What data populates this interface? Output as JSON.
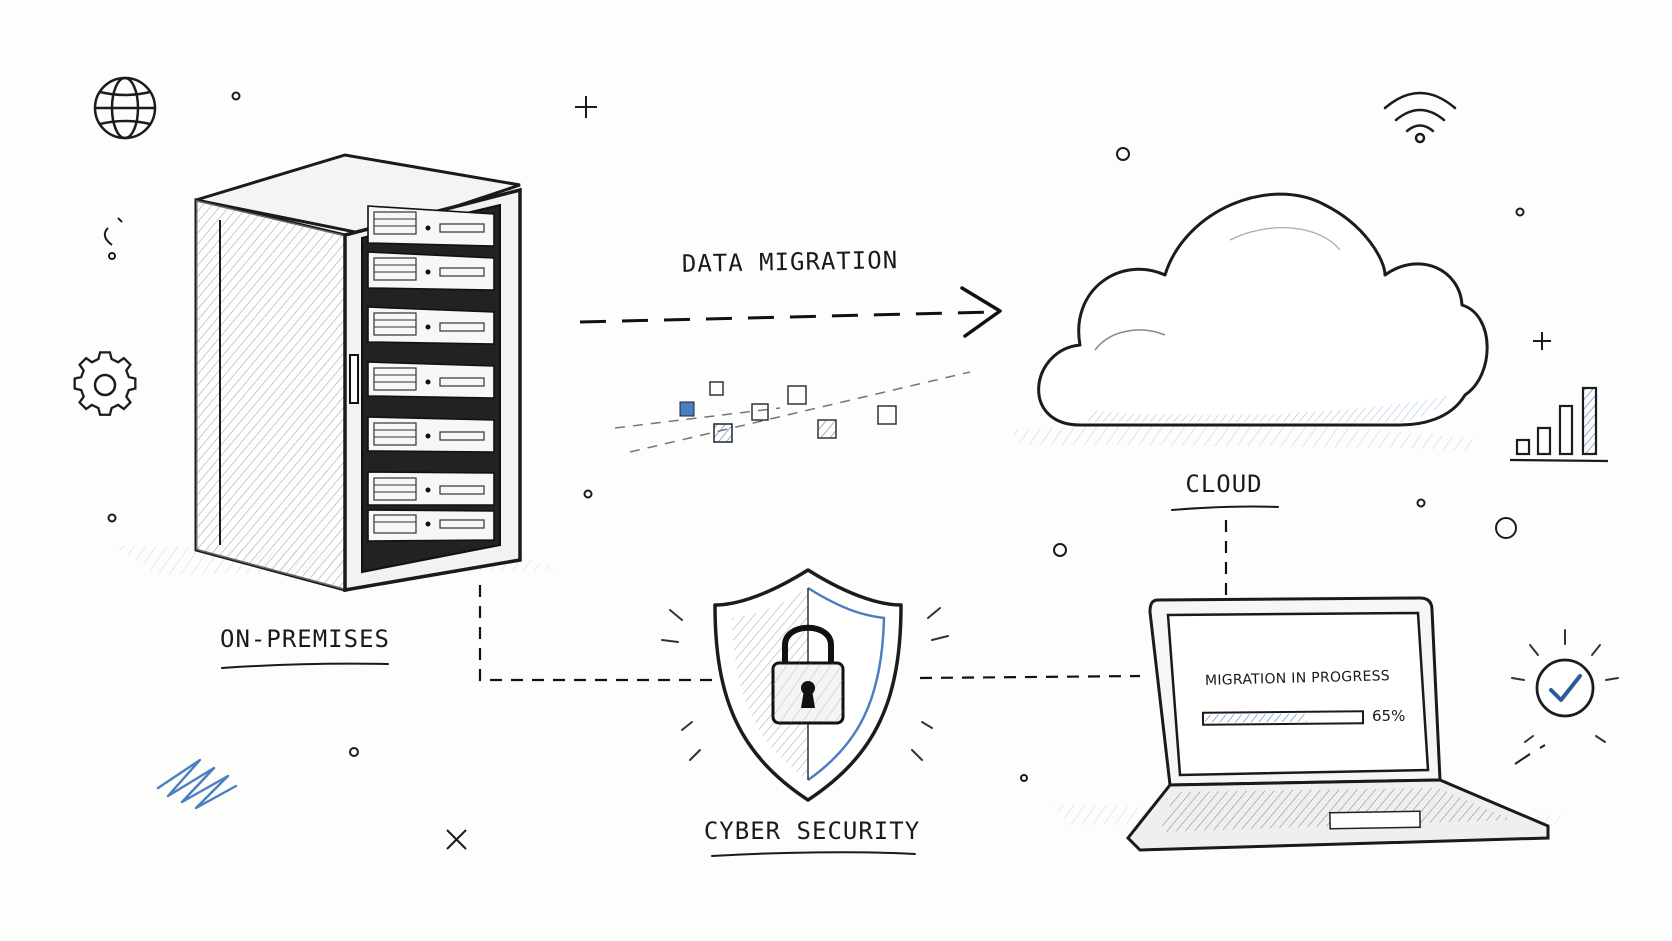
{
  "nodes": {
    "on_premises": {
      "label": "ON-PREMISES",
      "icon": "server-rack-icon"
    },
    "cloud": {
      "label": "CLOUD",
      "icon": "cloud-icon"
    },
    "security": {
      "label": "CYBER SECURITY",
      "icon": "shield-lock-icon"
    },
    "laptop": {
      "icon": "laptop-icon"
    }
  },
  "edges": {
    "migration": {
      "label": "DATA MIGRATION",
      "from": "on_premises",
      "to": "cloud"
    }
  },
  "laptop_screen": {
    "title": "MIGRATION IN PROGRESS",
    "progress_label": "65%",
    "progress": 0.65
  },
  "colors": {
    "ink": "#1c1c1c",
    "accent": "#4a7fc0",
    "paper": "#fdfdfc"
  },
  "decorations": [
    "globe-icon",
    "gear-icon",
    "wifi-icon",
    "bar-chart-icon",
    "check-circle-icon",
    "scribble-icon"
  ]
}
